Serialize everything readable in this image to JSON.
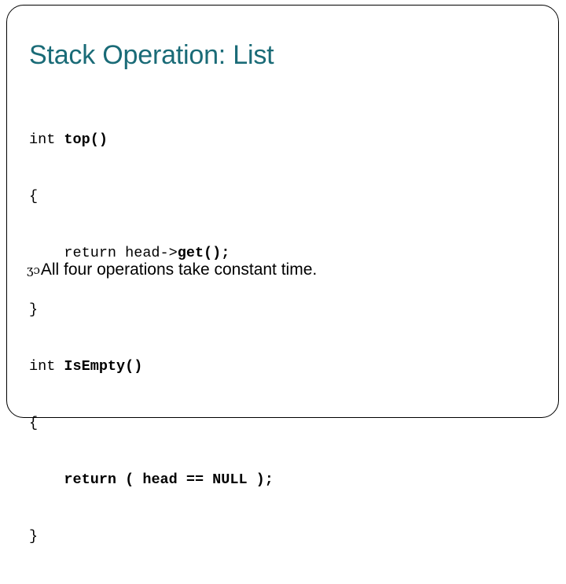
{
  "slide": {
    "title": "Stack Operation: List",
    "title_color": "#1a6b77",
    "frame_color": "#000000",
    "background_color": "#ffffff"
  },
  "code": {
    "language": "cpp",
    "lines": [
      {
        "plain_1": "int ",
        "bold_1": "top()",
        "plain_2": ""
      },
      {
        "plain_1": "{",
        "bold_1": "",
        "plain_2": ""
      },
      {
        "plain_1": "    return head->",
        "bold_1": "get();",
        "plain_2": ""
      },
      {
        "plain_1": "}",
        "bold_1": "",
        "plain_2": ""
      },
      {
        "plain_1": "int ",
        "bold_1": "IsEmpty()",
        "plain_2": ""
      },
      {
        "plain_1": "{",
        "bold_1": "",
        "plain_2": ""
      },
      {
        "plain_1": "    ",
        "bold_1": "return ( head == NULL );",
        "plain_2": ""
      },
      {
        "plain_1": "}",
        "bold_1": "",
        "plain_2": ""
      }
    ],
    "full_text": "int top()\n{\n    return head->get();\n}\nint IsEmpty()\n{\n    return ( head == NULL );\n}"
  },
  "bullets": [
    {
      "glyph": "ʒɔ",
      "glyph_name": "decorative-curl-bullet",
      "text": "All four operations take constant time."
    }
  ]
}
